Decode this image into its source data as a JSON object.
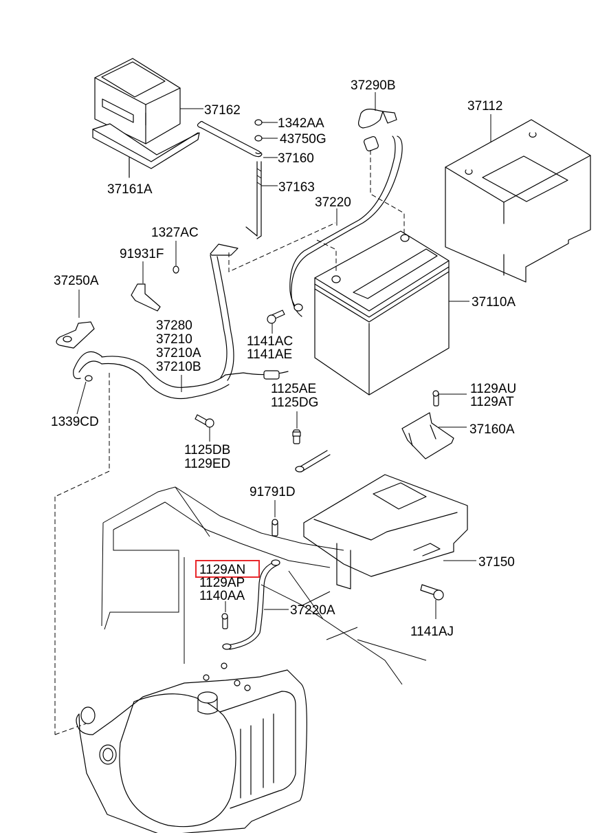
{
  "diagram": {
    "title": "Battery & Cable Parts Diagram",
    "highlight_color": "#e8262a",
    "highlighted_part": "1129AN",
    "labels": {
      "p37290B": "37290B",
      "p37112": "37112",
      "p37162": "37162",
      "p1342AA": "1342AA",
      "p43750G": "43750G",
      "p37160": "37160",
      "p37161A": "37161A",
      "p37163": "37163",
      "p37220": "37220",
      "p1327AC": "1327AC",
      "p91931F": "91931F",
      "p37250A": "37250A",
      "p37110A": "37110A",
      "p37280": "37280",
      "p37210": "37210",
      "p37210A": "37210A",
      "p37210B": "37210B",
      "p1141AC": "1141AC",
      "p1141AE": "1141AE",
      "p1125AE": "1125AE",
      "p1125DG": "1125DG",
      "p1339CD": "1339CD",
      "p1129AU": "1129AU",
      "p1129AT": "1129AT",
      "p37160A": "37160A",
      "p1125DB": "1125DB",
      "p1129ED": "1129ED",
      "p91791D": "91791D",
      "p1129AN": "1129AN",
      "p1129AP": "1129AP",
      "p1140AA": "1140AA",
      "p37220A": "37220A",
      "p37150": "37150",
      "p1141AJ": "1141AJ"
    }
  }
}
